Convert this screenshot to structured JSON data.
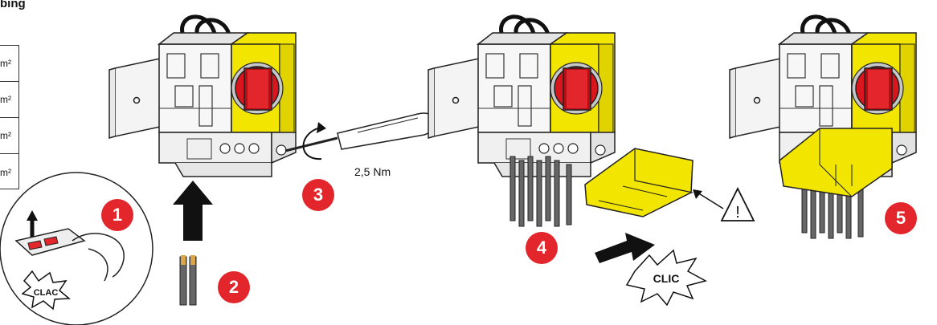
{
  "header": {
    "title_fragment": "bing"
  },
  "section_table": {
    "rows": [
      "m²",
      "m²",
      "m²",
      "m²"
    ]
  },
  "steps": [
    {
      "number": "1",
      "burst_text": "CLAC"
    },
    {
      "number": "2"
    },
    {
      "number": "3",
      "torque_label": "2,5 Nm"
    },
    {
      "number": "4",
      "burst_text": "CLIC"
    },
    {
      "number": "5"
    }
  ],
  "warning": {
    "symbol": "!"
  },
  "colors": {
    "accent_red": "#e3262b",
    "switch_yellow": "#f2e500",
    "handle_red": "#d9161d"
  }
}
